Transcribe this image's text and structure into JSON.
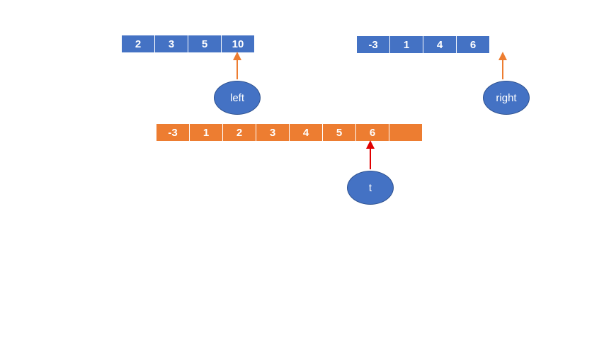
{
  "left_array": {
    "values": [
      "2",
      "3",
      "5",
      "10"
    ]
  },
  "right_array": {
    "values": [
      "-3",
      "1",
      "4",
      "6"
    ]
  },
  "merged_array": {
    "values": [
      "-3",
      "1",
      "2",
      "3",
      "4",
      "5",
      "6",
      ""
    ]
  },
  "pointers": {
    "left": {
      "label": "left",
      "color": "#ed7d31"
    },
    "right": {
      "label": "right",
      "color": "#ed7d31"
    },
    "t": {
      "label": "t",
      "color": "#e00000"
    }
  },
  "colors": {
    "input_cells": "#4472c4",
    "merged_cells": "#ed7d31",
    "node_fill": "#4472c4"
  }
}
